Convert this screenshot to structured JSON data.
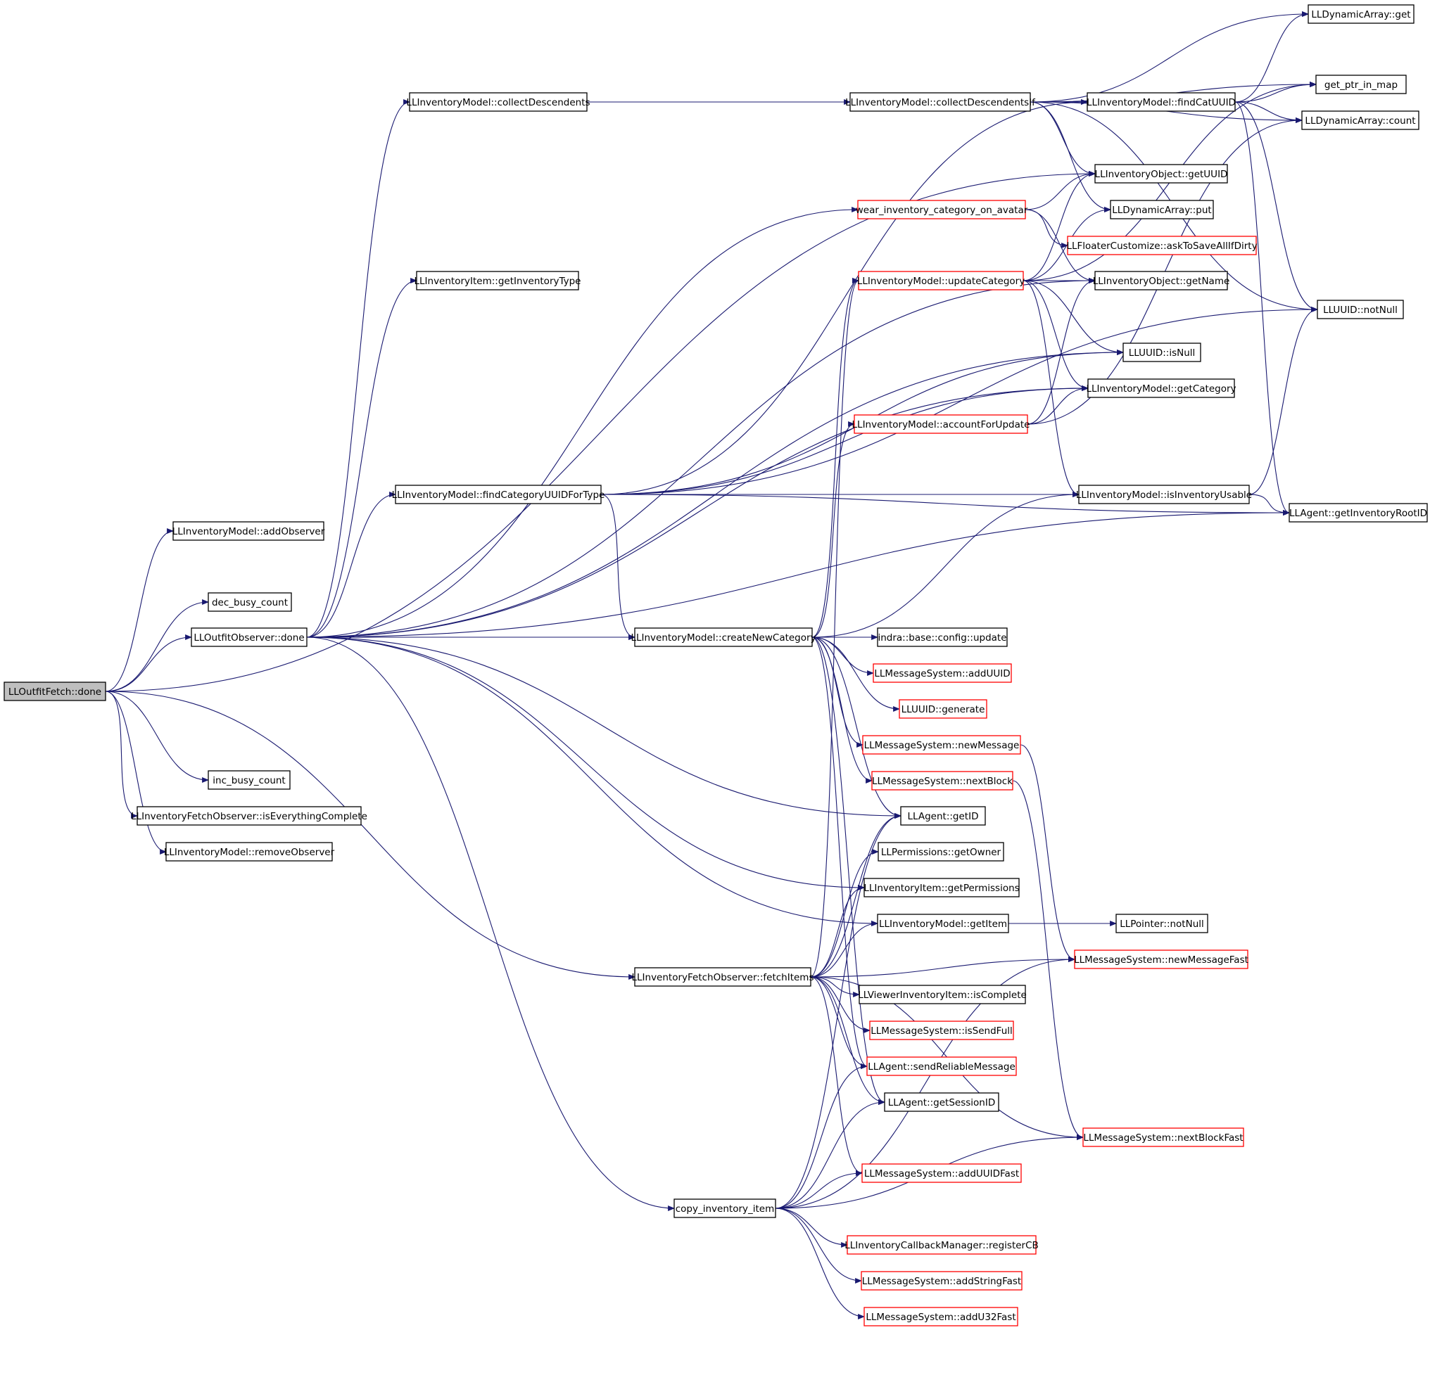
{
  "colors": {
    "edge": "#191970",
    "node_border": "#000000",
    "node_border_external": "#ff0000",
    "root_fill": "#bfbfbf",
    "background": "#ffffff"
  },
  "nodes": [
    {
      "id": "root",
      "label": "LLOutfitFetch::done",
      "kind": "root"
    },
    {
      "id": "addObserver",
      "label": "LLInventoryModel::addObserver"
    },
    {
      "id": "decBusy",
      "label": "dec_busy_count"
    },
    {
      "id": "outfitObsDone",
      "label": "LLOutfitObserver::done"
    },
    {
      "id": "incBusy",
      "label": "inc_busy_count"
    },
    {
      "id": "isEverything",
      "label": "LLInventoryFetchObserver::isEverythingComplete"
    },
    {
      "id": "removeObserver",
      "label": "LLInventoryModel::removeObserver"
    },
    {
      "id": "collectDesc",
      "label": "LLInventoryModel::collectDescendents"
    },
    {
      "id": "getInvType",
      "label": "LLInventoryItem::getInventoryType"
    },
    {
      "id": "findCatForType",
      "label": "LLInventoryModel::findCategoryUUIDForType"
    },
    {
      "id": "createNewCat",
      "label": "LLInventoryModel::createNewCategory"
    },
    {
      "id": "fetchItems",
      "label": "LLInventoryFetchObserver::fetchItems"
    },
    {
      "id": "copyInvItem",
      "label": "copy_inventory_item"
    },
    {
      "id": "collectDescIf",
      "label": "LLInventoryModel::collectDescendentsIf"
    },
    {
      "id": "wearCat",
      "label": "wear_inventory_category_on_avatar",
      "kind": "external"
    },
    {
      "id": "updateCat",
      "label": "LLInventoryModel::updateCategory",
      "kind": "external"
    },
    {
      "id": "accountFor",
      "label": "LLInventoryModel::accountForUpdate",
      "kind": "external"
    },
    {
      "id": "indraUpdate",
      "label": "indra::base::config::update"
    },
    {
      "id": "addUUID",
      "label": "LLMessageSystem::addUUID",
      "kind": "external"
    },
    {
      "id": "uuidGen",
      "label": "LLUUID::generate",
      "kind": "external"
    },
    {
      "id": "newMessage",
      "label": "LLMessageSystem::newMessage",
      "kind": "external"
    },
    {
      "id": "nextBlock",
      "label": "LLMessageSystem::nextBlock",
      "kind": "external"
    },
    {
      "id": "getID",
      "label": "LLAgent::getID"
    },
    {
      "id": "getOwner",
      "label": "LLPermissions::getOwner"
    },
    {
      "id": "getPerms",
      "label": "LLInventoryItem::getPermissions"
    },
    {
      "id": "getItem",
      "label": "LLInventoryModel::getItem"
    },
    {
      "id": "isComplete",
      "label": "LLViewerInventoryItem::isComplete"
    },
    {
      "id": "isSendFull",
      "label": "LLMessageSystem::isSendFull",
      "kind": "external"
    },
    {
      "id": "sendReliable",
      "label": "LLAgent::sendReliableMessage",
      "kind": "external"
    },
    {
      "id": "getSessionID",
      "label": "LLAgent::getSessionID"
    },
    {
      "id": "addUUIDFast",
      "label": "LLMessageSystem::addUUIDFast",
      "kind": "external"
    },
    {
      "id": "registerCB",
      "label": "LLInventoryCallbackManager::registerCB",
      "kind": "external"
    },
    {
      "id": "addStringFast",
      "label": "LLMessageSystem::addStringFast",
      "kind": "external"
    },
    {
      "id": "addU32Fast",
      "label": "LLMessageSystem::addU32Fast",
      "kind": "external"
    },
    {
      "id": "findCatUUID",
      "label": "LLInventoryModel::findCatUUID"
    },
    {
      "id": "getUUID",
      "label": "LLInventoryObject::getUUID"
    },
    {
      "id": "daPut",
      "label": "LLDynamicArray::put"
    },
    {
      "id": "askToSave",
      "label": "LLFloaterCustomize::askToSaveAllIfDirty",
      "kind": "external"
    },
    {
      "id": "getName",
      "label": "LLInventoryObject::getName"
    },
    {
      "id": "isNull",
      "label": "LLUUID::isNull"
    },
    {
      "id": "getCategory",
      "label": "LLInventoryModel::getCategory"
    },
    {
      "id": "isInvUsable",
      "label": "LLInventoryModel::isInventoryUsable"
    },
    {
      "id": "pointerNotNull",
      "label": "LLPointer::notNull"
    },
    {
      "id": "newMessageFast",
      "label": "LLMessageSystem::newMessageFast",
      "kind": "external"
    },
    {
      "id": "nextBlockFast",
      "label": "LLMessageSystem::nextBlockFast",
      "kind": "external"
    },
    {
      "id": "daGet",
      "label": "LLDynamicArray::get"
    },
    {
      "id": "getPtrInMap",
      "label": "get_ptr_in_map"
    },
    {
      "id": "daCount",
      "label": "LLDynamicArray::count"
    },
    {
      "id": "uuidNotNull",
      "label": "LLUUID::notNull"
    },
    {
      "id": "invRootID",
      "label": "LLAgent::getInventoryRootID"
    }
  ],
  "edges": [
    [
      "root",
      "addObserver"
    ],
    [
      "root",
      "decBusy"
    ],
    [
      "root",
      "outfitObsDone"
    ],
    [
      "root",
      "incBusy"
    ],
    [
      "root",
      "isEverything"
    ],
    [
      "root",
      "removeObserver"
    ],
    [
      "root",
      "fetchItems"
    ],
    [
      "root",
      "getUUID"
    ],
    [
      "outfitObsDone",
      "collectDesc"
    ],
    [
      "outfitObsDone",
      "getInvType"
    ],
    [
      "outfitObsDone",
      "findCatForType"
    ],
    [
      "outfitObsDone",
      "createNewCat"
    ],
    [
      "outfitObsDone",
      "copyInvItem"
    ],
    [
      "outfitObsDone",
      "wearCat"
    ],
    [
      "outfitObsDone",
      "getName"
    ],
    [
      "outfitObsDone",
      "isNull"
    ],
    [
      "outfitObsDone",
      "getCategory"
    ],
    [
      "outfitObsDone",
      "invRootID"
    ],
    [
      "outfitObsDone",
      "getID"
    ],
    [
      "outfitObsDone",
      "getPerms"
    ],
    [
      "outfitObsDone",
      "getItem"
    ],
    [
      "collectDesc",
      "collectDescIf"
    ],
    [
      "collectDescIf",
      "daGet"
    ],
    [
      "collectDescIf",
      "getPtrInMap"
    ],
    [
      "collectDescIf",
      "findCatUUID"
    ],
    [
      "collectDescIf",
      "daCount"
    ],
    [
      "collectDescIf",
      "getUUID"
    ],
    [
      "collectDescIf",
      "daPut"
    ],
    [
      "collectDescIf",
      "uuidNotNull"
    ],
    [
      "findCatUUID",
      "daGet"
    ],
    [
      "findCatUUID",
      "getPtrInMap"
    ],
    [
      "findCatUUID",
      "daCount"
    ],
    [
      "findCatUUID",
      "uuidNotNull"
    ],
    [
      "findCatUUID",
      "invRootID"
    ],
    [
      "findCatForType",
      "findCatUUID"
    ],
    [
      "findCatForType",
      "isNull"
    ],
    [
      "findCatForType",
      "getCategory"
    ],
    [
      "findCatForType",
      "isInvUsable"
    ],
    [
      "findCatForType",
      "uuidNotNull"
    ],
    [
      "findCatForType",
      "invRootID"
    ],
    [
      "findCatForType",
      "createNewCat"
    ],
    [
      "wearCat",
      "getUUID"
    ],
    [
      "wearCat",
      "askToSave"
    ],
    [
      "wearCat",
      "getName"
    ],
    [
      "updateCat",
      "getUUID"
    ],
    [
      "updateCat",
      "daPut"
    ],
    [
      "updateCat",
      "getName"
    ],
    [
      "updateCat",
      "isNull"
    ],
    [
      "updateCat",
      "getCategory"
    ],
    [
      "updateCat",
      "isInvUsable"
    ],
    [
      "updateCat",
      "getPtrInMap"
    ],
    [
      "accountFor",
      "getCategory"
    ],
    [
      "accountFor",
      "getName"
    ],
    [
      "accountFor",
      "daCount"
    ],
    [
      "isInvUsable",
      "uuidNotNull"
    ],
    [
      "isInvUsable",
      "invRootID"
    ],
    [
      "createNewCat",
      "updateCat"
    ],
    [
      "createNewCat",
      "accountFor"
    ],
    [
      "createNewCat",
      "isInvUsable"
    ],
    [
      "createNewCat",
      "indraUpdate"
    ],
    [
      "createNewCat",
      "addUUID"
    ],
    [
      "createNewCat",
      "uuidGen"
    ],
    [
      "createNewCat",
      "newMessage"
    ],
    [
      "createNewCat",
      "nextBlock"
    ],
    [
      "createNewCat",
      "getID"
    ],
    [
      "createNewCat",
      "sendReliable"
    ],
    [
      "createNewCat",
      "getSessionID"
    ],
    [
      "newMessage",
      "newMessageFast"
    ],
    [
      "nextBlock",
      "nextBlockFast"
    ],
    [
      "getItem",
      "pointerNotNull"
    ],
    [
      "fetchItems",
      "updateCat"
    ],
    [
      "fetchItems",
      "getID"
    ],
    [
      "fetchItems",
      "getOwner"
    ],
    [
      "fetchItems",
      "getPerms"
    ],
    [
      "fetchItems",
      "getItem"
    ],
    [
      "fetchItems",
      "isComplete"
    ],
    [
      "fetchItems",
      "isSendFull"
    ],
    [
      "fetchItems",
      "sendReliable"
    ],
    [
      "fetchItems",
      "getSessionID"
    ],
    [
      "fetchItems",
      "addUUIDFast"
    ],
    [
      "fetchItems",
      "newMessageFast"
    ],
    [
      "fetchItems",
      "nextBlockFast"
    ],
    [
      "copyInvItem",
      "sendReliable"
    ],
    [
      "copyInvItem",
      "getSessionID"
    ],
    [
      "copyInvItem",
      "addUUIDFast"
    ],
    [
      "copyInvItem",
      "registerCB"
    ],
    [
      "copyInvItem",
      "addStringFast"
    ],
    [
      "copyInvItem",
      "addU32Fast"
    ],
    [
      "copyInvItem",
      "newMessageFast"
    ],
    [
      "copyInvItem",
      "nextBlockFast"
    ],
    [
      "copyInvItem",
      "getID"
    ]
  ]
}
